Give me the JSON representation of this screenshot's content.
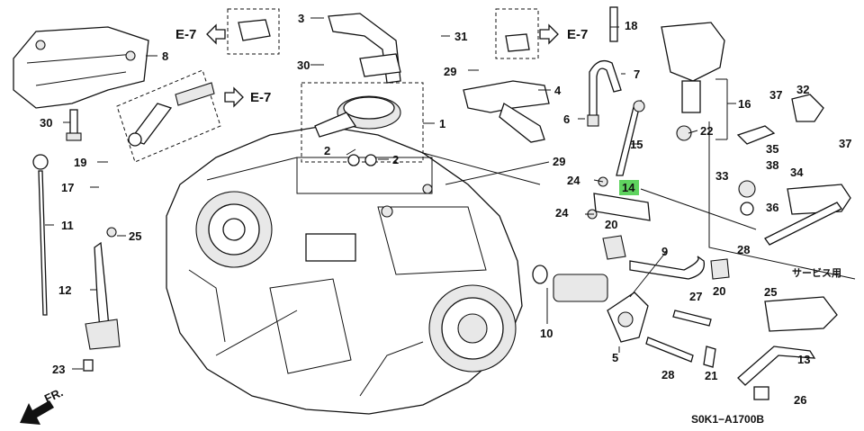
{
  "callouts": [
    "1",
    "2",
    "2",
    "3",
    "4",
    "5",
    "6",
    "7",
    "8",
    "9",
    "10",
    "11",
    "12",
    "13",
    "14",
    "15",
    "16",
    "17",
    "18",
    "19",
    "20",
    "20",
    "21",
    "22",
    "23",
    "24",
    "24",
    "25",
    "25",
    "26",
    "27",
    "28",
    "28",
    "29",
    "29",
    "30",
    "30",
    "31",
    "32",
    "33",
    "34",
    "35",
    "36",
    "37",
    "37",
    "38"
  ],
  "highlight": {
    "label": "14",
    "color": "#5fd35f"
  },
  "refs": {
    "e7_a": "E-7",
    "e7_b": "E-7",
    "e7_c": "E-7"
  },
  "service_note": "サービス用",
  "front_label": "FR.",
  "diagram_code": "S0K1−A1700B"
}
